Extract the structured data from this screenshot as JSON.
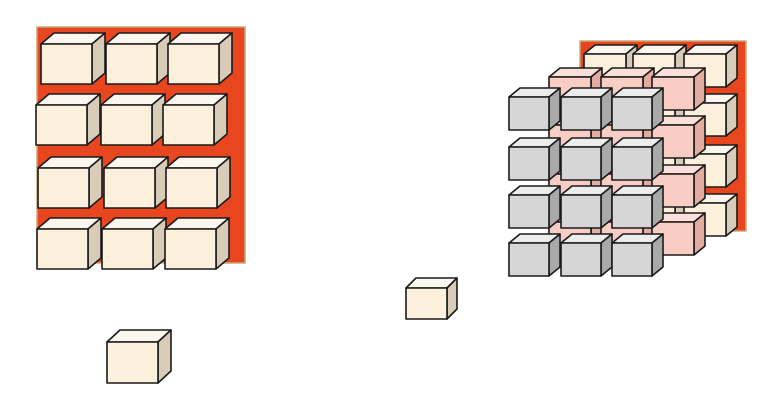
{
  "colors": {
    "background": "#ffffff",
    "board": "#e8461e",
    "board_border": "#c9a87a",
    "cream_front": "#fdf0dc",
    "cream_top": "#fbf6ee",
    "cream_side": "#d8ccb8",
    "pink_front": "#f8cdc4",
    "pink_top": "#fbe0da",
    "pink_side": "#e3aca1",
    "gray_front": "#d6d6d6",
    "gray_top": "#ececec",
    "gray_side": "#a9a9a9",
    "outline": "#1a1a1a"
  },
  "figures": [
    {
      "id": "single-layer-3x4",
      "description_free": true,
      "columns": 3,
      "rows": 4,
      "layers": 1
    },
    {
      "id": "single-cube-left",
      "cubes": 1
    },
    {
      "id": "single-cube-middle",
      "cubes": 1
    },
    {
      "id": "three-layer-3x4",
      "columns": 3,
      "rows": 4,
      "layers": 3
    }
  ]
}
